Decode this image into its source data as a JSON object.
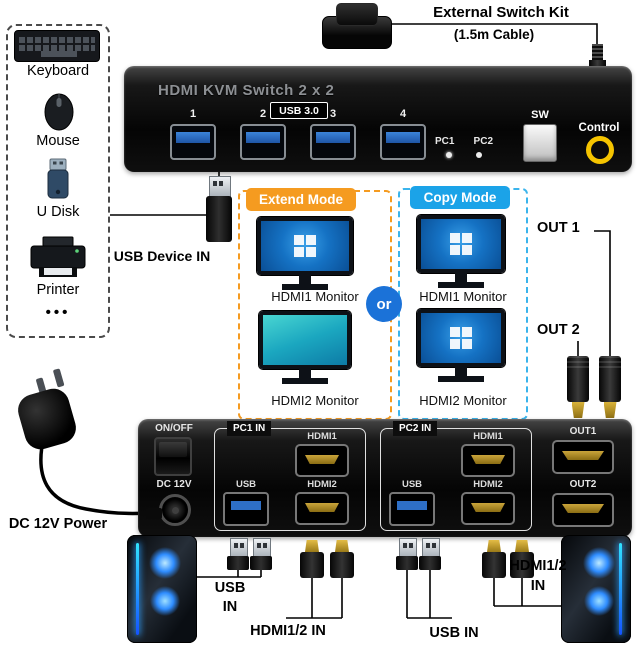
{
  "colors": {
    "extend_orange": "#F59B20",
    "copy_blue": "#1BA3E8",
    "or_blue": "#1B72D8",
    "usb3_blue": "#2E6FC6",
    "hdmi_gold": "#C9A43A",
    "control_yellow": "#F5C400"
  },
  "peripherals": {
    "items": [
      {
        "label": "Keyboard"
      },
      {
        "label": "Mouse"
      },
      {
        "label": "U Disk"
      },
      {
        "label": "Printer"
      }
    ],
    "more": "•••"
  },
  "switch_kit": {
    "title": "External Switch Kit",
    "subtitle": "(1.5m Cable)"
  },
  "kvm_front": {
    "title": "HDMI KVM Switch 2 x 2",
    "usb_badge": "USB 3.0",
    "port_numbers": [
      "1",
      "2",
      "3",
      "4"
    ],
    "pc1": "PC1",
    "pc2": "PC2",
    "sw_label": "SW",
    "control_label": "Control"
  },
  "modes": {
    "extend": {
      "title": "Extend Mode",
      "monitor1": "HDMI1 Monitor",
      "monitor2": "HDMI2 Monitor"
    },
    "copy": {
      "title": "Copy Mode",
      "monitor1": "HDMI1 Monitor",
      "monitor2": "HDMI2 Monitor"
    }
  },
  "labels": {
    "usb_device_in": "USB Device IN",
    "or": "or",
    "out1": "OUT 1",
    "out2": "OUT 2",
    "dc_power": "DC 12V Power",
    "usb_in_left_1": "USB",
    "usb_in_left_2": "IN",
    "hdmi_in_bottom_left": "HDMI1/2 IN",
    "usb_in_bottom_right": "USB IN",
    "hdmi_in_right_1": "HDMI1/2",
    "hdmi_in_right_2": "IN"
  },
  "kvm_back": {
    "on_off": "ON/OFF",
    "dc": "DC 12V",
    "pc1_group": {
      "label": "PC1 IN",
      "hdmi1": "HDMI1",
      "usb": "USB",
      "hdmi2": "HDMI2"
    },
    "pc2_group": {
      "label": "PC2 IN",
      "hdmi1": "HDMI1",
      "usb": "USB",
      "hdmi2": "HDMI2"
    },
    "out1": "OUT1",
    "out2": "OUT2"
  }
}
